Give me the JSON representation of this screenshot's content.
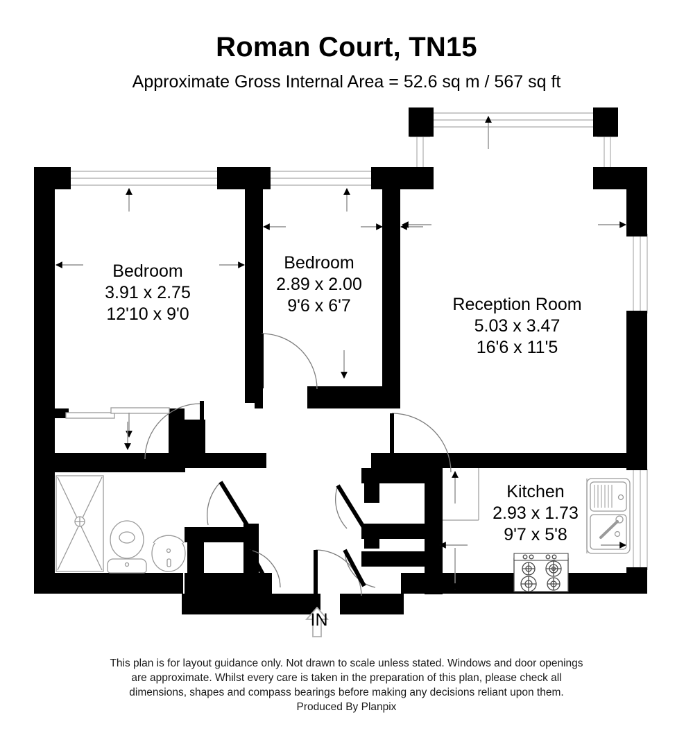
{
  "header": {
    "title": "Roman Court, TN15",
    "subtitle": "Approximate Gross Internal Area = 52.6 sq m / 567 sq ft"
  },
  "rooms": [
    {
      "id": "bedroom1",
      "name": "Bedroom",
      "metric": "3.91 x 2.75",
      "imperial": "12'10 x 9'0"
    },
    {
      "id": "bedroom2",
      "name": "Bedroom",
      "metric": "2.89 x 2.00",
      "imperial": "9'6 x 6'7"
    },
    {
      "id": "reception",
      "name": "Reception Room",
      "metric": "5.03 x 3.47",
      "imperial": "16'6 x 11'5"
    },
    {
      "id": "kitchen",
      "name": "Kitchen",
      "metric": "2.93 x 1.73",
      "imperial": "9'7 x 5'8"
    }
  ],
  "entrance": {
    "label": "IN"
  },
  "footer": {
    "disclaimer_line1": "This plan is for layout guidance only. Not drawn to scale unless stated. Windows and door openings",
    "disclaimer_line2": "are approximate. Whilst every care is taken in the preparation of this plan, please check all",
    "disclaimer_line3": "dimensions, shapes and compass bearings before making any decisions reliant upon them.",
    "producer": "Produced By Planpix"
  },
  "colors": {
    "wall": "#000000",
    "background": "#ffffff",
    "fixture_outline": "#9a9a9a",
    "window_line": "#b5b5b5",
    "text": "#000000"
  },
  "fixtures": [
    {
      "name": "shower-tray",
      "room": "bathroom"
    },
    {
      "name": "toilet",
      "room": "bathroom"
    },
    {
      "name": "wash-basin",
      "room": "bathroom"
    },
    {
      "name": "kitchen-sink",
      "room": "kitchen"
    },
    {
      "name": "hob-cooker",
      "room": "kitchen"
    },
    {
      "name": "wardrobe",
      "room": "bedroom1"
    }
  ]
}
